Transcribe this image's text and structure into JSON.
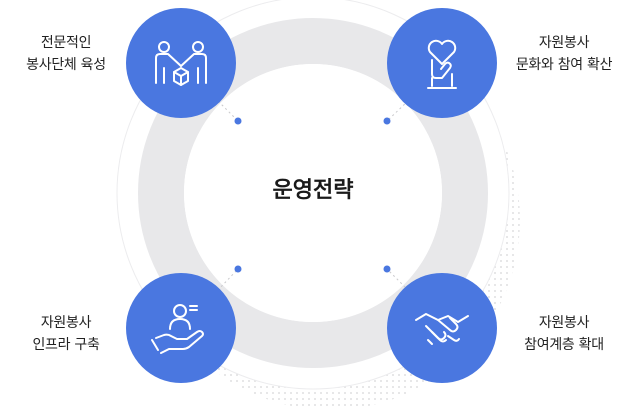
{
  "center": {
    "title": "운영전략"
  },
  "strategies": [
    {
      "line1": "전문적인",
      "line2": "봉사단체 육성",
      "icon": "people-partnership-icon"
    },
    {
      "line1": "자원봉사",
      "line2": "문화와 참여 확산",
      "icon": "hand-heart-icon"
    },
    {
      "line1": "자원봉사",
      "line2": "인프라 구축",
      "icon": "hand-person-icon"
    },
    {
      "line1": "자원봉사",
      "line2": "참여계층 확대",
      "icon": "handshake-icon"
    }
  ],
  "colors": {
    "accent": "#4a77e0",
    "ring": "#e8e8ea",
    "dot": "#4a77e0"
  }
}
